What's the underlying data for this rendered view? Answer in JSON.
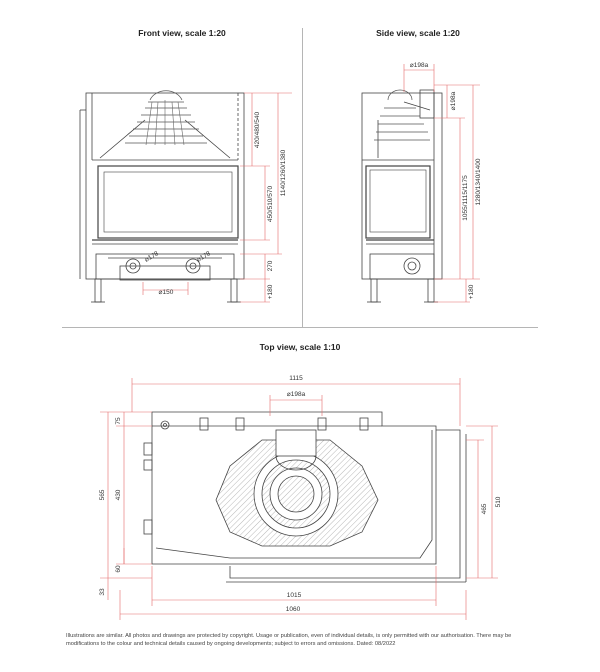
{
  "views": {
    "front": {
      "title": "Front view, scale 1:20"
    },
    "side": {
      "title": "Side view, scale 1:20"
    },
    "top": {
      "title": "Top view, scale 1:10"
    }
  },
  "front_dims": {
    "h_top": "420/480/540",
    "h_mid": "450/510/570",
    "h_total": "1140/1260/1380",
    "h_base": "270",
    "h_leg": "+180",
    "d_outlet": "⌀150",
    "d_left": "⌀178",
    "d_right": "⌀178"
  },
  "side_dims": {
    "d_top": "⌀198a",
    "d_side": "⌀198a",
    "h_inner": "1055/1115/1175",
    "h_total": "1280/1340/1400",
    "h_leg": "+180"
  },
  "top_dims": {
    "w_total": "1115",
    "d_center": "⌀198a",
    "w_inner": "1015",
    "w_base": "1060",
    "h_565": "565",
    "h_430": "430",
    "h_75": "75",
    "h_60": "60",
    "h_33": "33",
    "h_465": "465",
    "h_510": "510"
  },
  "colors": {
    "dimension_line": "#e46b6b",
    "drawing_line": "#444444",
    "separator": "#b5b5b5"
  },
  "footer": {
    "text": "Illustrations are similar. All photos and drawings are protected by copyright. Usage or publication, even of individual details, is only permitted with our authorisation. There may be modifications to the colour and technical details caused by ongoing developments; subject to errors and omissions. Dated: 08/2022"
  }
}
